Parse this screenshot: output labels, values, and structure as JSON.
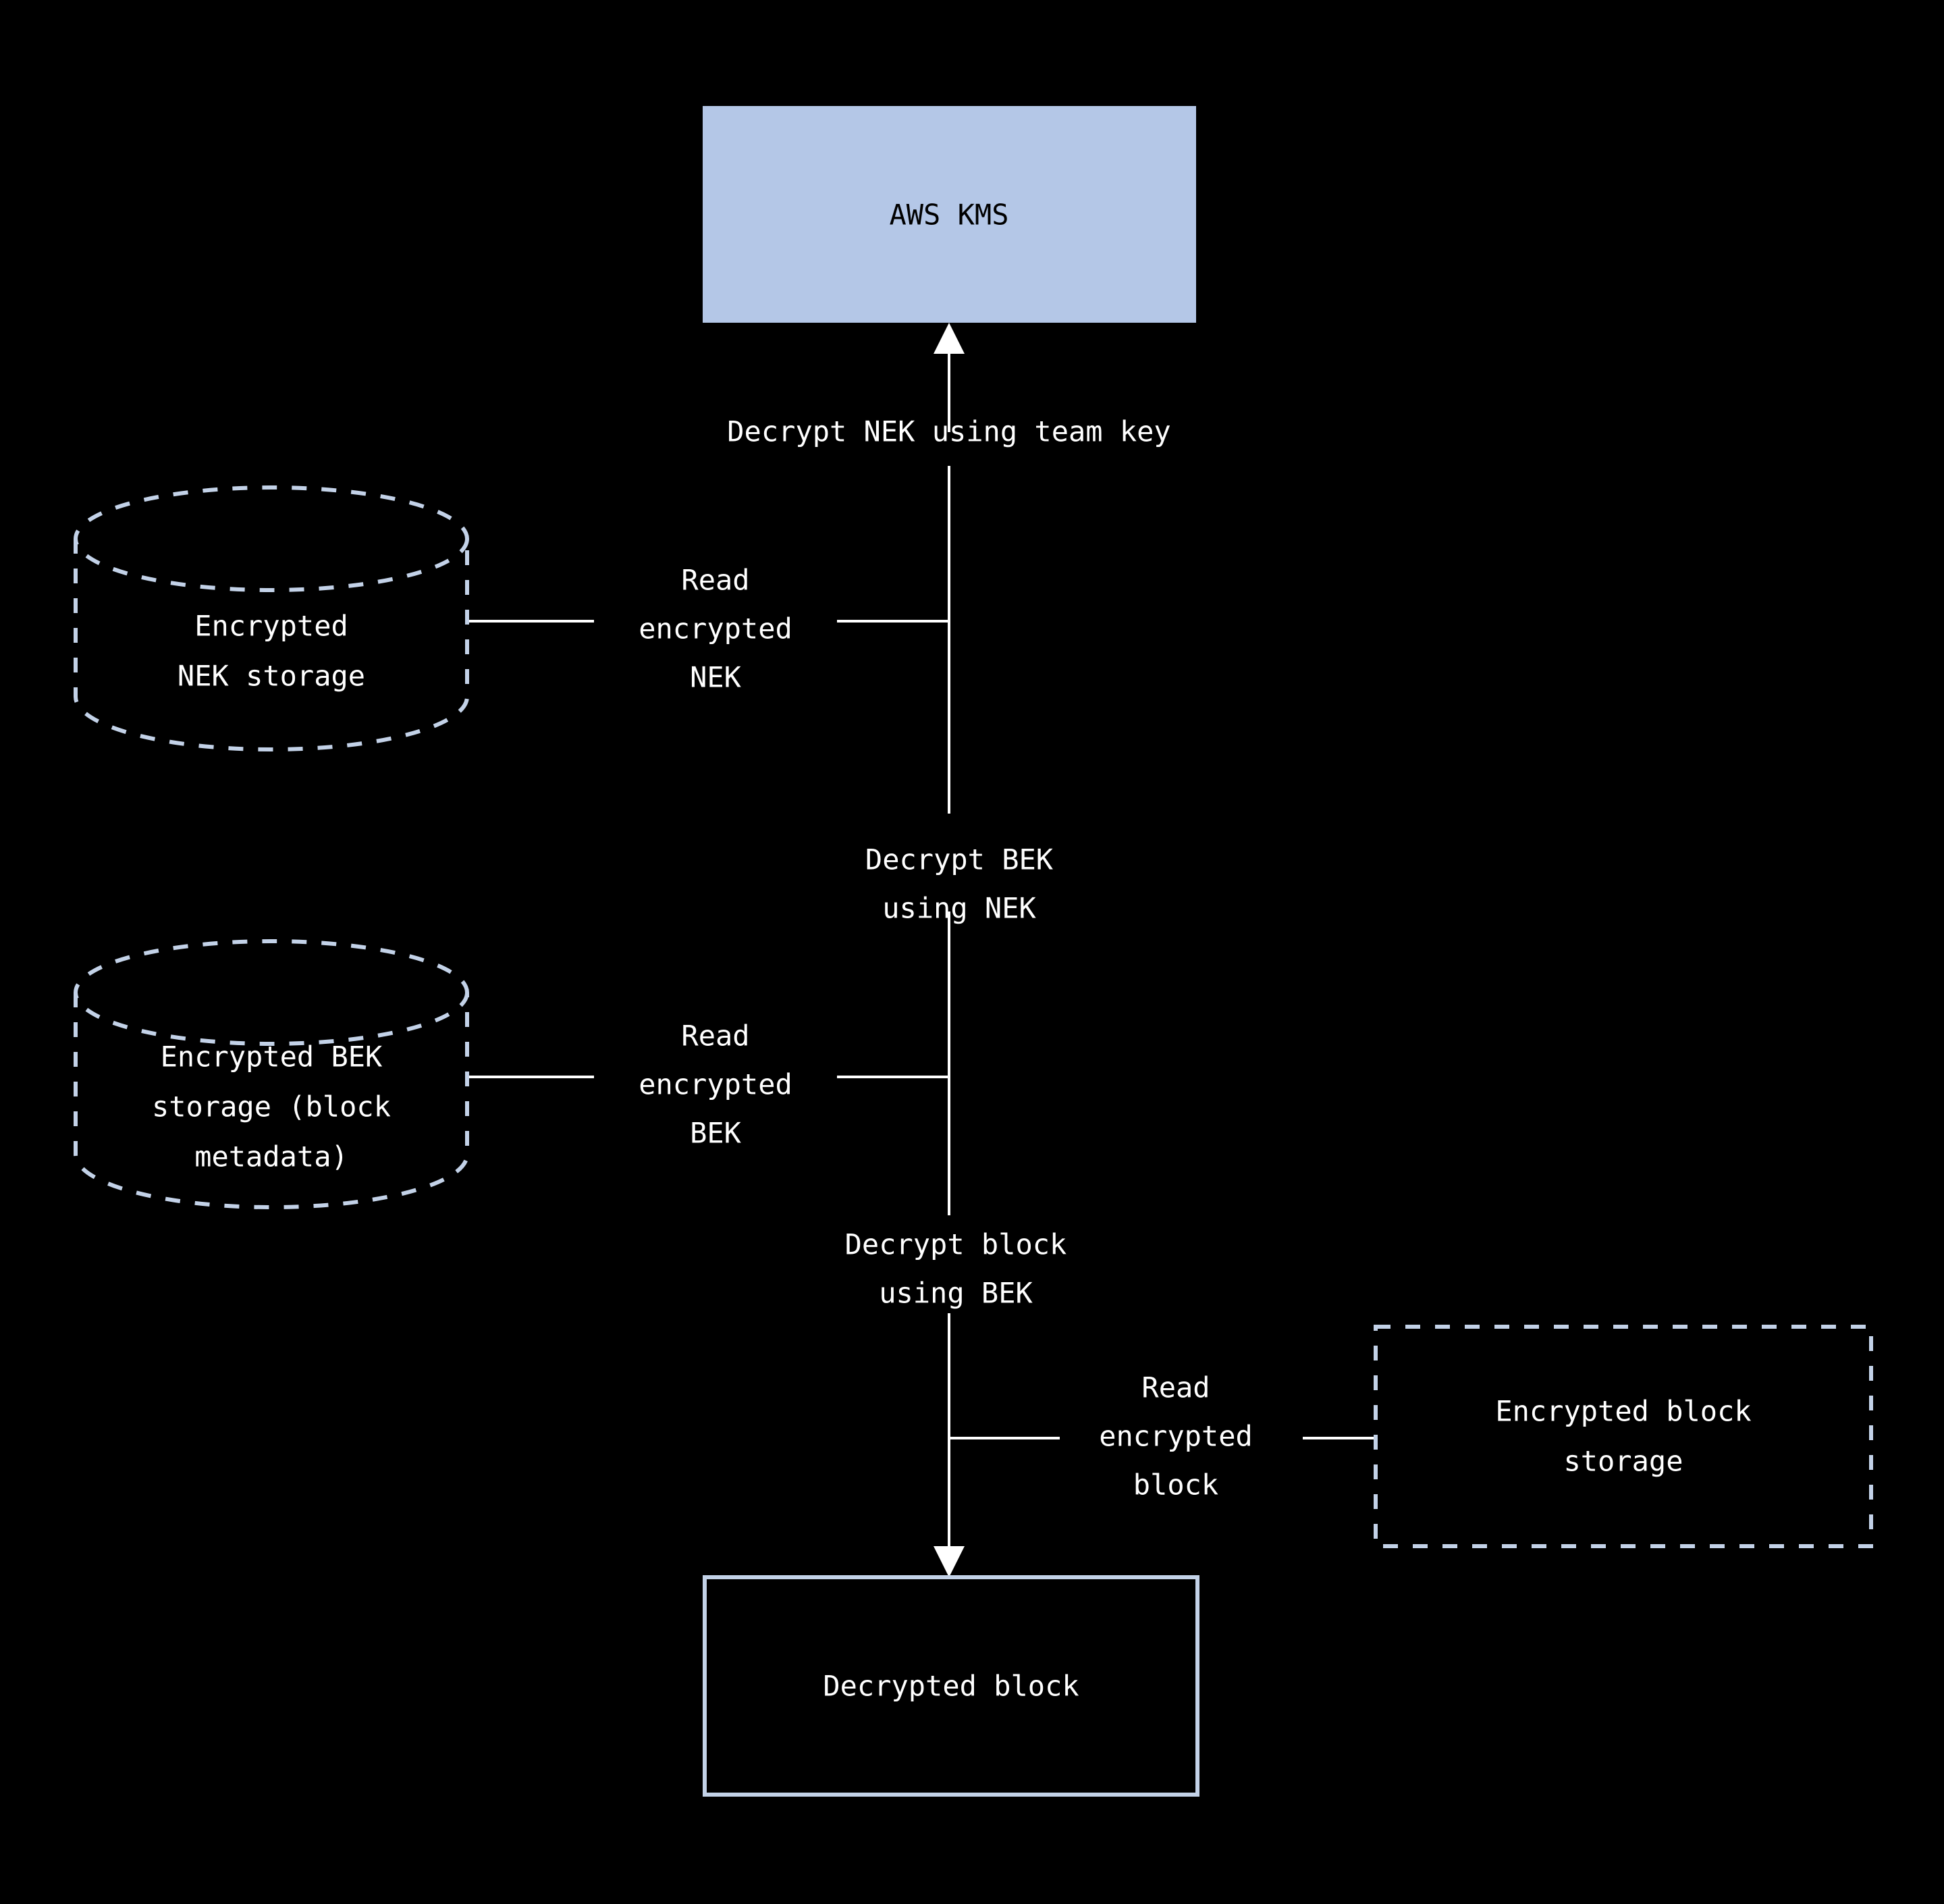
{
  "diagram": {
    "type": "flowchart",
    "title": "Block decryption key hierarchy flow",
    "background_color": "#000000",
    "accent_fill": "#b4c7e7",
    "accent_stroke": "#c3d2e8",
    "line_color": "#ffffff",
    "nodes": [
      {
        "id": "aws-kms",
        "label": "AWS KMS",
        "shape": "rectangle",
        "style": "filled",
        "fill": "#b4c7e7",
        "text_color": "#000000"
      },
      {
        "id": "nek-storage",
        "label_lines": [
          "Encrypted",
          "NEK storage"
        ],
        "shape": "cylinder",
        "style": "dashed-outline",
        "fill": "none",
        "text_color": "#ffffff"
      },
      {
        "id": "bek-storage",
        "label_lines": [
          "Encrypted BEK",
          "storage (block",
          "metadata)"
        ],
        "shape": "cylinder",
        "style": "dashed-outline",
        "fill": "none",
        "text_color": "#ffffff"
      },
      {
        "id": "block-storage",
        "label_lines": [
          "Encrypted block",
          "storage"
        ],
        "shape": "rectangle",
        "style": "dashed-outline",
        "fill": "none",
        "text_color": "#ffffff"
      },
      {
        "id": "decrypted-block",
        "label": "Decrypted block",
        "shape": "rectangle",
        "style": "solid-outline",
        "fill": "none",
        "text_color": "#ffffff"
      }
    ],
    "edges": [
      {
        "id": "edge-decrypt-nek",
        "label_lines": [
          "Decrypt NEK using team key"
        ],
        "from": "flow",
        "to": "aws-kms",
        "arrow": true
      },
      {
        "id": "edge-read-nek",
        "label_lines": [
          "Read",
          "encrypted",
          "NEK"
        ],
        "from": "nek-storage",
        "to": "flow",
        "arrow": false
      },
      {
        "id": "edge-decrypt-bek",
        "label_lines": [
          "Decrypt BEK",
          "using NEK"
        ],
        "from": "flow",
        "to": "flow",
        "arrow": false
      },
      {
        "id": "edge-read-bek",
        "label_lines": [
          "Read",
          "encrypted",
          "BEK"
        ],
        "from": "bek-storage",
        "to": "flow",
        "arrow": false
      },
      {
        "id": "edge-decrypt-block",
        "label_lines": [
          "Decrypt block",
          "using BEK"
        ],
        "from": "flow",
        "to": "decrypted-block",
        "arrow": true
      },
      {
        "id": "edge-read-block",
        "label_lines": [
          "Read",
          "encrypted",
          "block"
        ],
        "from": "block-storage",
        "to": "flow",
        "arrow": false
      }
    ]
  },
  "text": {
    "aws_kms": "AWS KMS",
    "nek_storage_l1": "Encrypted",
    "nek_storage_l2": "NEK storage",
    "bek_storage_l1": "Encrypted BEK",
    "bek_storage_l2": "storage (block",
    "bek_storage_l3": "metadata)",
    "block_storage_l1": "Encrypted block",
    "block_storage_l2": "storage",
    "decrypted_block": "Decrypted block",
    "decrypt_nek_team_key": "Decrypt NEK using team key",
    "read_encrypted_l1": "Read",
    "read_encrypted_l2": "encrypted",
    "read_nek_l3": "NEK",
    "read_bek_l3": "BEK",
    "read_block_l3": "block",
    "read_encrypted_nek_l1": "Read",
    "read_encrypted_nek_l2": "encrypted",
    "read_encrypted_nek_l3": "NEK",
    "read_encrypted_bek_l1": "Read",
    "read_encrypted_bek_l2": "encrypted",
    "read_encrypted_bek_l3": "BEK",
    "read_encrypted_block_l1": "Read",
    "read_encrypted_block_l2": "encrypted",
    "read_encrypted_block_l3": "block",
    "decrypt_bek_l1": "Decrypt BEK",
    "decrypt_bek_l2": "using NEK",
    "decrypt_block_l1": "Decrypt block",
    "decrypt_block_l2": "using BEK"
  }
}
